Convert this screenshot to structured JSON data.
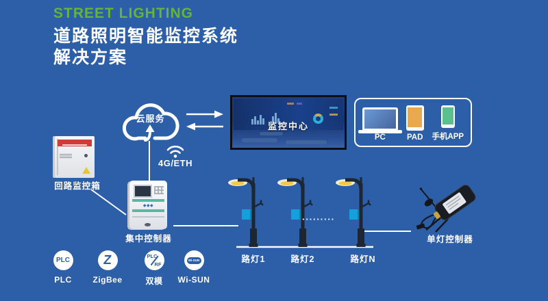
{
  "page": {
    "bg_color": "#2d5fa9",
    "accent_green": "#64b43a",
    "line_color": "#ffffff"
  },
  "header": {
    "eyebrow": "STREET LIGHTING",
    "title_line1": "道路照明智能监控系统",
    "title_line2": "解决方案"
  },
  "cloud": {
    "label": "云服务"
  },
  "network": {
    "link_label": "4G/ETH"
  },
  "monitoring_center": {
    "label": "监控中心"
  },
  "client_devices": {
    "items": [
      {
        "icon": "laptop-icon",
        "label": "PC"
      },
      {
        "icon": "tablet-icon",
        "label": "PAD"
      },
      {
        "icon": "phone-icon",
        "label": "手机APP"
      }
    ]
  },
  "equipment": {
    "circuit_box": {
      "label": "回路监控箱"
    },
    "concentrator": {
      "label": "集中控制器"
    },
    "lamp_controller": {
      "label": "单灯控制器"
    }
  },
  "street_lights": {
    "items": [
      {
        "label": "路灯1"
      },
      {
        "label": "路灯2"
      },
      {
        "label": "路灯N"
      }
    ],
    "ellipsis": "·········"
  },
  "technologies": {
    "items": [
      {
        "icon": "plc-badge-icon",
        "glyph": "PLC",
        "label": "PLC"
      },
      {
        "icon": "zigbee-badge-icon",
        "glyph": "Z",
        "label": "ZigBee"
      },
      {
        "icon": "plc-rf-badge-icon",
        "glyph_top": "PLC",
        "glyph_bottom": "RF",
        "label": "双模"
      },
      {
        "icon": "wisun-badge-icon",
        "glyph": "Wi-SUN",
        "label": "Wi-SUN"
      }
    ]
  }
}
